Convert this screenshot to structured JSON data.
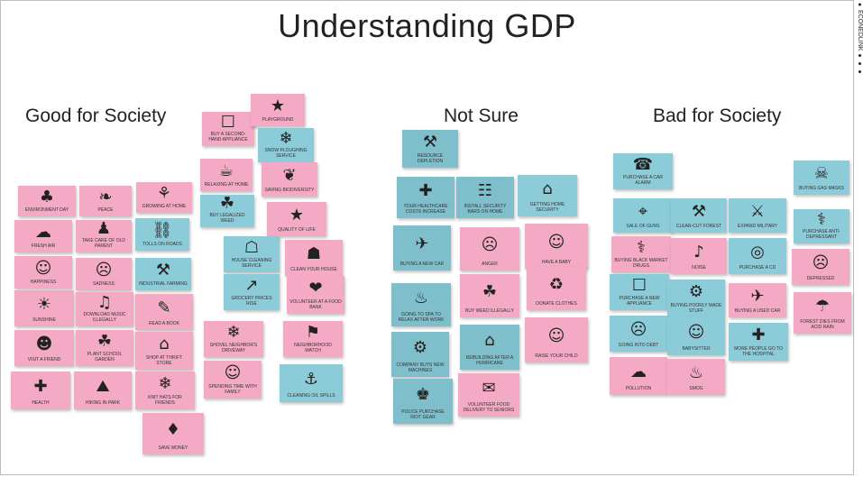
{
  "title": "Understanding GDP",
  "side_text": "● ECONEDLINK ● ● ●",
  "sections": {
    "good": "Good for Society",
    "unsure": "Not Sure",
    "bad": "Bad for Society"
  },
  "notes": [
    {
      "label": "ENVIRONMENT DAY",
      "icon": "♣",
      "color": "pink"
    },
    {
      "label": "PEACE",
      "icon": "❧",
      "color": "pink"
    },
    {
      "label": "GROWING AT HOME",
      "icon": "⚘",
      "color": "pink"
    },
    {
      "label": "FRESH AIR",
      "icon": "☁",
      "color": "pink"
    },
    {
      "label": "TAKE CARE OF OLD PARENT",
      "icon": "♟",
      "color": "pink"
    },
    {
      "label": "TOLLS ON ROADS",
      "icon": "⛓",
      "color": "blue"
    },
    {
      "label": "HAPPINESS",
      "icon": "☺",
      "color": "pink"
    },
    {
      "label": "SADNESS",
      "icon": "☹",
      "color": "pink"
    },
    {
      "label": "INDUSTRIAL FARMING",
      "icon": "⚒",
      "color": "blue"
    },
    {
      "label": "SUNSHINE",
      "icon": "☀",
      "color": "pink"
    },
    {
      "label": "DOWNLOAD MUSIC ILLEGALLY",
      "icon": "♫",
      "color": "pink"
    },
    {
      "label": "READ A BOOK",
      "icon": "✎",
      "color": "pink"
    },
    {
      "label": "VISIT A FRIEND",
      "icon": "☻",
      "color": "pink"
    },
    {
      "label": "PLANT SCHOOL GARDEN",
      "icon": "☘",
      "color": "pink"
    },
    {
      "label": "SHOP AT THRIFT STORE",
      "icon": "⌂",
      "color": "pink"
    },
    {
      "label": "HEALTH",
      "icon": "✚",
      "color": "pink"
    },
    {
      "label": "HIKING IN PARK",
      "icon": "⛰",
      "color": "pink"
    },
    {
      "label": "KNIT HATS FOR FRIENDS",
      "icon": "❄",
      "color": "pink"
    },
    {
      "label": "SAVE MONEY",
      "icon": "♦",
      "color": "pink"
    },
    {
      "label": "BUY A SECOND-HAND APPLIANCE",
      "icon": "☐",
      "color": "pink"
    },
    {
      "label": "PLAYGROUND",
      "icon": "★",
      "color": "pink"
    },
    {
      "label": "SNOW PLOUGHING SERVICE",
      "icon": "❄",
      "color": "blue"
    },
    {
      "label": "RELAXING AT HOME",
      "icon": "☕",
      "color": "pink"
    },
    {
      "label": "SAVING BIODIVERSITY",
      "icon": "❦",
      "color": "pink"
    },
    {
      "label": "BUY LEGALIZED WEED",
      "icon": "☘",
      "color": "blue"
    },
    {
      "label": "QUALITY OF LIFE",
      "icon": "★",
      "color": "pink"
    },
    {
      "label": "HOUSE CLEANING SERVICE",
      "icon": "☖",
      "color": "blue"
    },
    {
      "label": "CLEAN YOUR HOUSE",
      "icon": "☗",
      "color": "pink"
    },
    {
      "label": "GROCERY PRICES RISE",
      "icon": "↗",
      "color": "blue"
    },
    {
      "label": "VOLUNTEER AT A FOOD BANK",
      "icon": "❤",
      "color": "pink"
    },
    {
      "label": "SHOVEL NEIGHBOR'S DRIVEWAY",
      "icon": "❄",
      "color": "pink"
    },
    {
      "label": "NEIGHBORHOOD WATCH",
      "icon": "⚑",
      "color": "pink"
    },
    {
      "label": "SPENDING TIME WITH FAMILY",
      "icon": "☺",
      "color": "pink"
    },
    {
      "label": "CLEANING OIL SPILLS",
      "icon": "⚓",
      "color": "blue"
    },
    {
      "label": "RESOURCE DEPLETION",
      "icon": "⚒",
      "color": "teal"
    },
    {
      "label": "YOUR HEALTHCARE COSTS INCREASE",
      "icon": "✚",
      "color": "teal"
    },
    {
      "label": "INSTALL SECURITY BARS ON HOME",
      "icon": "☷",
      "color": "teal"
    },
    {
      "label": "GETTING HOME SECURITY",
      "icon": "⌂",
      "color": "blue"
    },
    {
      "label": "BUYING A NEW CAR",
      "icon": "✈",
      "color": "teal"
    },
    {
      "label": "ANGER",
      "icon": "☹",
      "color": "pink"
    },
    {
      "label": "HAVE A BABY",
      "icon": "☺",
      "color": "pink"
    },
    {
      "label": "GOING TO SPA TO RELAX AFTER WORK",
      "icon": "♨",
      "color": "teal"
    },
    {
      "label": "BUY WEED ILLEGALLY",
      "icon": "☘",
      "color": "pink"
    },
    {
      "label": "DONATE CLOTHES",
      "icon": "♻",
      "color": "pink"
    },
    {
      "label": "COMPANY BUYS NEW MACHINES",
      "icon": "⚙",
      "color": "teal"
    },
    {
      "label": "REBUILDING AFTER A HURRICANE",
      "icon": "⌂",
      "color": "teal"
    },
    {
      "label": "RAISE YOUR CHILD",
      "icon": "☺",
      "color": "pink"
    },
    {
      "label": "POLICE PURCHASE RIOT GEAR",
      "icon": "♚",
      "color": "teal"
    },
    {
      "label": "VOLUNTEER FOOD DELIVERY TO SENIORS",
      "icon": "✉",
      "color": "pink"
    },
    {
      "label": "PURCHASE A CAR ALARM",
      "icon": "☎",
      "color": "blue"
    },
    {
      "label": "BUYING GAS MASKS",
      "icon": "☠",
      "color": "blue"
    },
    {
      "label": "SALE OF GUNS",
      "icon": "⌖",
      "color": "blue"
    },
    {
      "label": "CLEAR-CUT FOREST",
      "icon": "⚒",
      "color": "blue"
    },
    {
      "label": "EXPAND MILITARY",
      "icon": "⚔",
      "color": "blue"
    },
    {
      "label": "PURCHASE ANTI-DEPRESSANT",
      "icon": "⚕",
      "color": "blue"
    },
    {
      "label": "BUYING BLACK MARKET DRUGS",
      "icon": "⚕",
      "color": "pink"
    },
    {
      "label": "NOISE",
      "icon": "♪",
      "color": "pink"
    },
    {
      "label": "PURCHASE A CD",
      "icon": "◎",
      "color": "blue"
    },
    {
      "label": "DEPRESSED",
      "icon": "☹",
      "color": "pink"
    },
    {
      "label": "PURCHASE A NEW APPLIANCE",
      "icon": "☐",
      "color": "blue"
    },
    {
      "label": "BUYING POORLY MADE STUFF",
      "icon": "⚙",
      "color": "blue"
    },
    {
      "label": "BUYING A USED CAR",
      "icon": "✈",
      "color": "pink"
    },
    {
      "label": "FOREST DIES FROM ACID RAIN",
      "icon": "☂",
      "color": "pink"
    },
    {
      "label": "GOING INTO DEBT",
      "icon": "☹",
      "color": "blue"
    },
    {
      "label": "BABYSITTER",
      "icon": "☺",
      "color": "blue"
    },
    {
      "label": "MORE PEOPLE GO TO THE HOSPITAL",
      "icon": "✚",
      "color": "blue"
    },
    {
      "label": "POLLUTION",
      "icon": "☁",
      "color": "pink"
    },
    {
      "label": "SMOG",
      "icon": "♨",
      "color": "pink"
    }
  ]
}
